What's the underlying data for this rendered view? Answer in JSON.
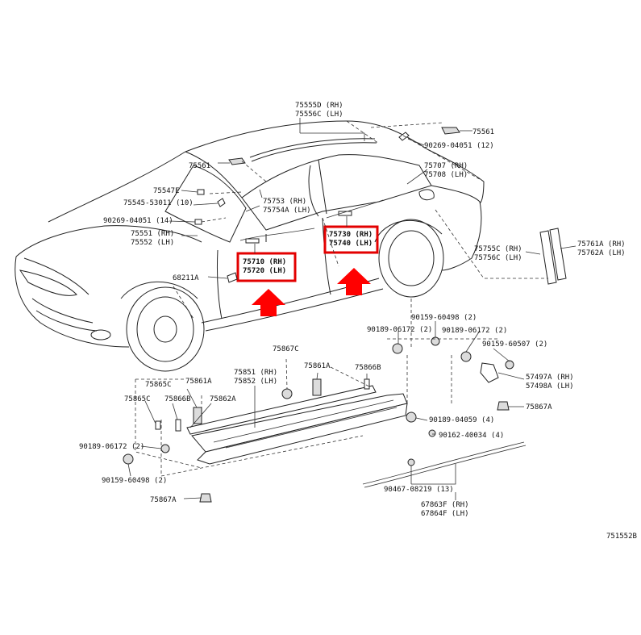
{
  "diagram_id": "751552B",
  "highlight_color": "#e30000",
  "labels": {
    "l75555D": "75555D (RH)",
    "l75556C": "75556C (LH)",
    "l75561a": "75561",
    "l75561b": "75561",
    "l90269a": "90269-04051 (12)",
    "l75707": "75707 (RH)",
    "l75708": "75708 (LH)",
    "l75547E": "75547E",
    "l75545": "75545-53011 (10)",
    "l75753": "75753 (RH)",
    "l75754A": "75754A (LH)",
    "l90269b": "90269-04051 (14)",
    "l75551": "75551 (RH)",
    "l75552": "75552 (LH)",
    "l75730": "75730 (RH)",
    "l75740": "75740 (LH)",
    "l75755C": "75755C (RH)",
    "l75756C": "75756C (LH)",
    "l75761A": "75761A (RH)",
    "l75762A": "75762A (LH)",
    "l75710": "75710 (RH)",
    "l75720": "75720 (LH)",
    "l68211A": "68211A",
    "l90159a": "90159-60498 (2)",
    "l90189a": "90189-06172 (2)",
    "l90189b": "90189-06172 (2)",
    "l90159b": "90159-60507 (2)",
    "l75867C": "75867C",
    "l57497A": "57497A (RH)",
    "l57498A": "57498A (LH)",
    "l75851": "75851 (RH)",
    "l75852": "75852 (LH)",
    "l75861Aa": "75861A",
    "l75861Ab": "75861A",
    "l75866Ba": "75866B",
    "l75866Bb": "75866B",
    "l75865Ca": "75865C",
    "l75865Cb": "75865C",
    "l75862A": "75862A",
    "l75867Aa": "75867A",
    "l75867Ab": "75867A",
    "l90189c": "90189-04059 (4)",
    "l90162": "90162-40034 (4)",
    "l90189d": "90189-06172 (2)",
    "l90159c": "90159-60498 (2)",
    "l90467": "90467-08219 (13)",
    "l67863F": "67863F (RH)",
    "l67864F": "67864F (LH)"
  }
}
